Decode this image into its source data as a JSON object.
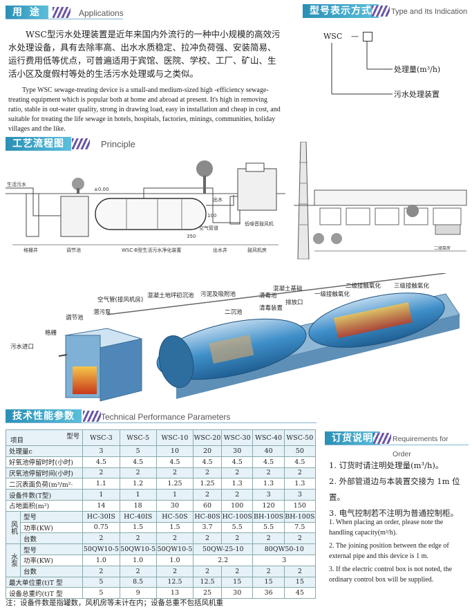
{
  "applications": {
    "title_cn": "用 途",
    "title_en": "Applications",
    "para_cn": "WSC型污水处理装置是近年来国内外流行的一种中小规模的高效污水处理设备，具有去除率高、出水水质稳定、拉冲负荷强、安装简易、运行费用低等优点，可普遍适用于宾馆、医院、学校、工厂、矿山、生活小区及度假村等处的生活污水处理或与之类似。",
    "para_en": "Type WSC sewage-treating device is a small-and medium-sized high -efficiency sewage-treating equipment which is popular both at home and abroad at present. It's high in removing ratio, stable in out-water quality, strong in drawing load, easy in installation and cheap in cost, and suitable for treating the life sewage in hotels, hospitals, factories, minings, communities, holiday villages and the like."
  },
  "type_indication": {
    "title_cn": "型号表示方式",
    "title_en": "Type and Its Indication",
    "model": "WSC",
    "dash": "—",
    "label_capacity": "处理量(m³/h)",
    "label_device": "污水处理装置"
  },
  "principle": {
    "title_cn": "工艺流程图",
    "title_en": "Principle",
    "labels": {
      "inlet": "生活污水",
      "level": "±0.00",
      "outlet": "出水",
      "air_pipe": "空气管道",
      "blower": "低噪音鼓风机",
      "grille": "格栅井",
      "adjust": "调节池",
      "device": "WSC-B型生活污水净化装置",
      "out_well": "出水井",
      "fan_room": "鼓风机房",
      "depth": "350",
      "dim": "100",
      "pump_room": "二级泵房"
    }
  },
  "cutaway": {
    "labels": {
      "air_pipe": "空气管(接风机房)",
      "concrete": "混凝土地坪",
      "primary": "初沉池",
      "sludge": "污泥及吸附池",
      "sump_pump": "潜污泵",
      "adjust": "调节池",
      "grille": "格栅",
      "inlet": "污水进口",
      "secondary": "二沉池",
      "disinfect_dev": "清毒装置",
      "disinfect_pool": "清毒池",
      "outlet": "排放口",
      "foundation": "混凝土基础",
      "contact1": "一级接触氧化",
      "contact2": "二级接触氧化",
      "contact3": "三级接触氧化"
    }
  },
  "tech": {
    "title_cn": "技术性能参数",
    "title_en": "Technical  Performance Parameters",
    "header_model": "型号",
    "header_item": "项目",
    "models": [
      "WSC-3",
      "WSC-5",
      "WSC-10",
      "WSC-20",
      "WSC-30",
      "WSC-40",
      "WSC-50"
    ],
    "rows": [
      {
        "label": "处理量c",
        "values": [
          "3",
          "5",
          "10",
          "20",
          "30",
          "40",
          "50"
        ]
      },
      {
        "label": "好氧池停留时时(小时)",
        "values": [
          "4.5",
          "4.5",
          "4.5",
          "4.5",
          "4.5",
          "4.5",
          "4.5"
        ]
      },
      {
        "label": "厌氧池停留时间(小时)",
        "values": [
          "2",
          "2",
          "2",
          "2",
          "2",
          "2",
          "2"
        ]
      },
      {
        "label": "二沉表面负荷(m³/m²·",
        "values": [
          "1.1",
          "1.2",
          "1.25",
          "1.25",
          "1.3",
          "1.3",
          "1.3"
        ]
      },
      {
        "label": "设备件数(T型)",
        "values": [
          "1",
          "1",
          "1",
          "2",
          "2",
          "3",
          "3"
        ]
      },
      {
        "label": "占地面积(m²)",
        "values": [
          "14",
          "18",
          "30",
          "60",
          "100",
          "120",
          "150"
        ]
      }
    ],
    "fan_group": "风机",
    "fan_rows": [
      {
        "label": "型号",
        "values": [
          "HC-30IS",
          "HC-40IS",
          "HC-50S",
          "HC-80S",
          "HC-100S",
          "BH-100S",
          "BH-100S"
        ]
      },
      {
        "label": "功率(KW)",
        "values": [
          "0.75",
          "1.5",
          "1.5",
          "3.7",
          "5.5",
          "5.5",
          "7.5"
        ]
      },
      {
        "label": "台数",
        "values": [
          "2",
          "2",
          "2",
          "2",
          "2",
          "2",
          "2"
        ]
      }
    ],
    "pump_group": "水泵",
    "pump_rows": {
      "model_label": "型号",
      "model_values": [
        "50QW10-5",
        "50QW10-5",
        "50QW10-5",
        "50QW-25-10",
        "80QW50-10"
      ],
      "power_label": "功率(KW)",
      "power_values": [
        "1.0",
        "1.0",
        "1.0",
        "2.2",
        "3"
      ],
      "count_label": "台数",
      "count_values": [
        "2",
        "2",
        "2",
        "2",
        "2",
        "2",
        "2"
      ]
    },
    "tail_rows": [
      {
        "label": "最大单位重(t)T 型",
        "values": [
          "5",
          "8.5",
          "12.5",
          "12.5",
          "15",
          "15",
          "15"
        ]
      },
      {
        "label": "设备总重约(t)T 型",
        "values": [
          "5",
          "9",
          "13",
          "25",
          "30",
          "36",
          "45"
        ]
      }
    ],
    "note": "注：设备件数是指罐数，风机房等未计在内；设备总重不包括风机重"
  },
  "order": {
    "title_cn": "订货说明",
    "title_en": "Requirements for Order",
    "cn_items": [
      "1. 订货时请注明处理量(m³/h)。",
      "2. 外部管道边与本装置交接为 1m 位置。",
      "3. 电气控制若不注明为普通控制柜。"
    ],
    "en_items": [
      "1. When placing an order, please note the handling capacity(m³/h).",
      "2. The joining position between the edge of external pipe and this device is 1 m.",
      "3. If the electric control box is not noted, the ordinary control box will be supplied."
    ]
  },
  "colors": {
    "header_blue": "#2a8fb5",
    "stripe_purple": "#6a55a6",
    "tank_blue": "#3f8fc9",
    "table_stripe": "#e6f2f8"
  }
}
